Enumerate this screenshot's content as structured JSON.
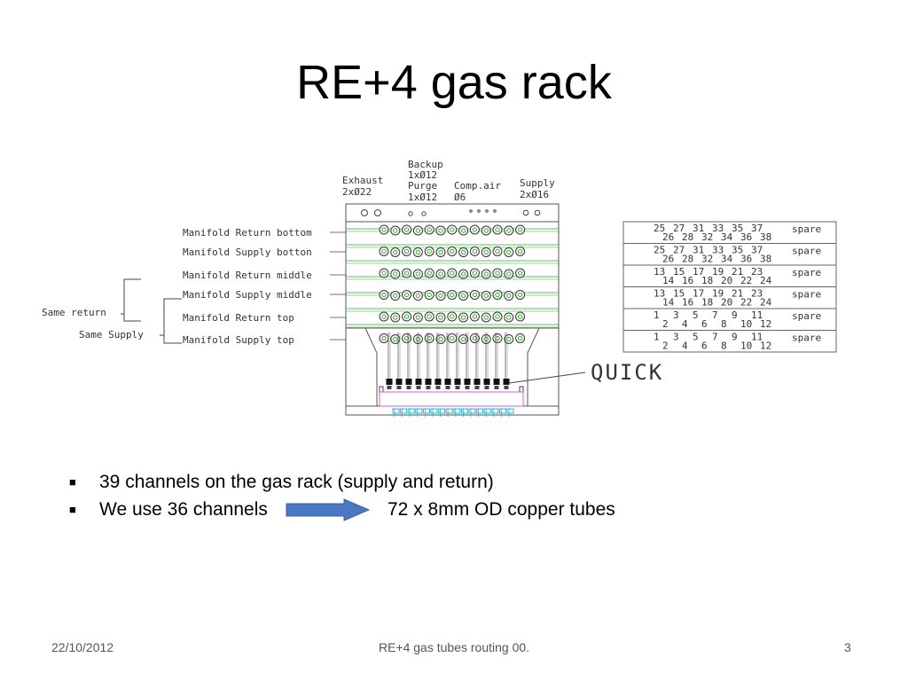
{
  "slide": {
    "title": "RE+4 gas rack",
    "bullets": [
      {
        "text": "39 channels on the gas rack (supply and return)"
      },
      {
        "text": "We use 36 channels",
        "after_arrow": "72 x 8mm OD copper tubes"
      }
    ],
    "footer": {
      "date": "22/10/2012",
      "center": "RE+4 gas tubes routing 00.",
      "page": "3"
    }
  },
  "diagram": {
    "top_labels": {
      "exhaust": "Exhaust",
      "exhaust_size": "2xØ22",
      "backup": "Backup",
      "backup_size": "1xØ12",
      "purge": "Purge",
      "purge_size": "1xØ12",
      "comp_air": "Comp.air",
      "comp_air_size": "Ø6",
      "supply": "Supply",
      "supply_size": "2xØ16"
    },
    "left_labels": [
      "Manifold Return bottom",
      "Manifold Supply botton",
      "Manifold Return middle",
      "Manifold Supply middle",
      "Manifold Return top",
      "Manifold Supply top"
    ],
    "same_return": "Same return",
    "same_supply": "Same Supply",
    "quick": "QUICK",
    "table_rows": [
      {
        "top": [
          "25",
          "27",
          "31",
          "33",
          "35",
          "37"
        ],
        "bottom": [
          "26",
          "28",
          "32",
          "34",
          "36",
          "38"
        ],
        "spare": "spare"
      },
      {
        "top": [
          "25",
          "27",
          "31",
          "33",
          "35",
          "37"
        ],
        "bottom": [
          "26",
          "28",
          "32",
          "34",
          "36",
          "38"
        ],
        "spare": "spare"
      },
      {
        "top": [
          "13",
          "15",
          "17",
          "19",
          "21",
          "23"
        ],
        "bottom": [
          "14",
          "16",
          "18",
          "20",
          "22",
          "24"
        ],
        "spare": "spare"
      },
      {
        "top": [
          "13",
          "15",
          "17",
          "19",
          "21",
          "23"
        ],
        "bottom": [
          "14",
          "16",
          "18",
          "20",
          "22",
          "24"
        ],
        "spare": "spare"
      },
      {
        "top": [
          "1",
          "3",
          "5",
          "7",
          "9",
          "11"
        ],
        "bottom": [
          "2",
          "4",
          "6",
          "8",
          "10",
          "12"
        ],
        "spare": "spare"
      },
      {
        "top": [
          "1",
          "3",
          "5",
          "7",
          "9",
          "11"
        ],
        "bottom": [
          "2",
          "4",
          "6",
          "8",
          "10",
          "12"
        ],
        "spare": "spare"
      }
    ]
  },
  "colors": {
    "arrow_fill": "#4a78c2",
    "arrow_stroke": "#3a5f9c",
    "grid_green": "#2eae2e",
    "connector_cyan": "#22b8cf",
    "tray_pink": "#d060d0"
  }
}
